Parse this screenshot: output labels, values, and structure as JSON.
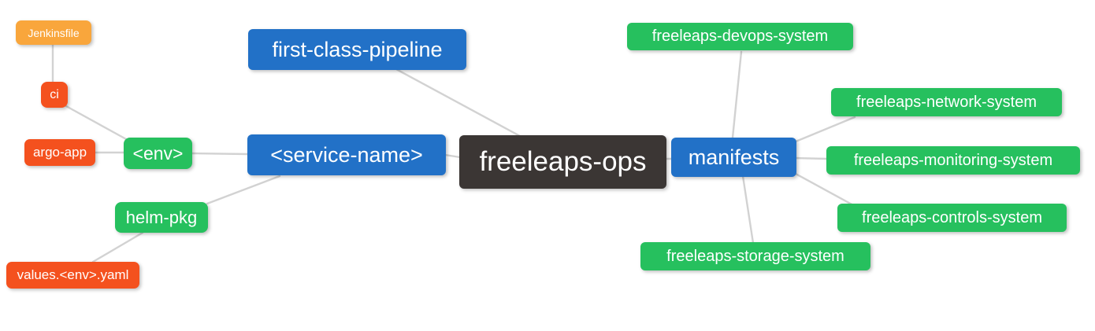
{
  "diagram": {
    "type": "mindmap",
    "root_label": "freeleaps-ops",
    "palette": {
      "dark": "#3b3634",
      "blue": "#2271c7",
      "green": "#26c05e",
      "red": "#f4511e",
      "orange": "#f9a63c",
      "edge": "#d2d2d2",
      "text": "#ffffff"
    },
    "nodes": [
      {
        "id": "jenkinsfile",
        "label": "Jenkinsfile",
        "color": "orange"
      },
      {
        "id": "ci",
        "label": "ci",
        "color": "red"
      },
      {
        "id": "argo-app",
        "label": "argo-app",
        "color": "red"
      },
      {
        "id": "env",
        "label": "<env>",
        "color": "green"
      },
      {
        "id": "helm-pkg",
        "label": "helm-pkg",
        "color": "green"
      },
      {
        "id": "values-env-yaml",
        "label": "values.<env>.yaml",
        "color": "red"
      },
      {
        "id": "first-class-pipeline",
        "label": "first-class-pipeline",
        "color": "blue"
      },
      {
        "id": "service-name",
        "label": "<service-name>",
        "color": "blue"
      },
      {
        "id": "freeleaps-ops",
        "label": "freeleaps-ops",
        "color": "dark"
      },
      {
        "id": "manifests",
        "label": "manifests",
        "color": "blue"
      },
      {
        "id": "freeleaps-devops-system",
        "label": "freeleaps-devops-system",
        "color": "green"
      },
      {
        "id": "freeleaps-network-system",
        "label": "freeleaps-network-system",
        "color": "green"
      },
      {
        "id": "freeleaps-monitoring-system",
        "label": "freeleaps-monitoring-system",
        "color": "green"
      },
      {
        "id": "freeleaps-controls-system",
        "label": "freeleaps-controls-system",
        "color": "green"
      },
      {
        "id": "freeleaps-storage-system",
        "label": "freeleaps-storage-system",
        "color": "green"
      }
    ],
    "edges": [
      [
        "jenkinsfile",
        "ci"
      ],
      [
        "ci",
        "env"
      ],
      [
        "argo-app",
        "env"
      ],
      [
        "env",
        "service-name"
      ],
      [
        "helm-pkg",
        "service-name"
      ],
      [
        "values-env-yaml",
        "helm-pkg"
      ],
      [
        "first-class-pipeline",
        "freeleaps-ops"
      ],
      [
        "service-name",
        "freeleaps-ops"
      ],
      [
        "freeleaps-ops",
        "manifests"
      ],
      [
        "manifests",
        "freeleaps-devops-system"
      ],
      [
        "manifests",
        "freeleaps-network-system"
      ],
      [
        "manifests",
        "freeleaps-monitoring-system"
      ],
      [
        "manifests",
        "freeleaps-controls-system"
      ],
      [
        "manifests",
        "freeleaps-storage-system"
      ]
    ]
  }
}
